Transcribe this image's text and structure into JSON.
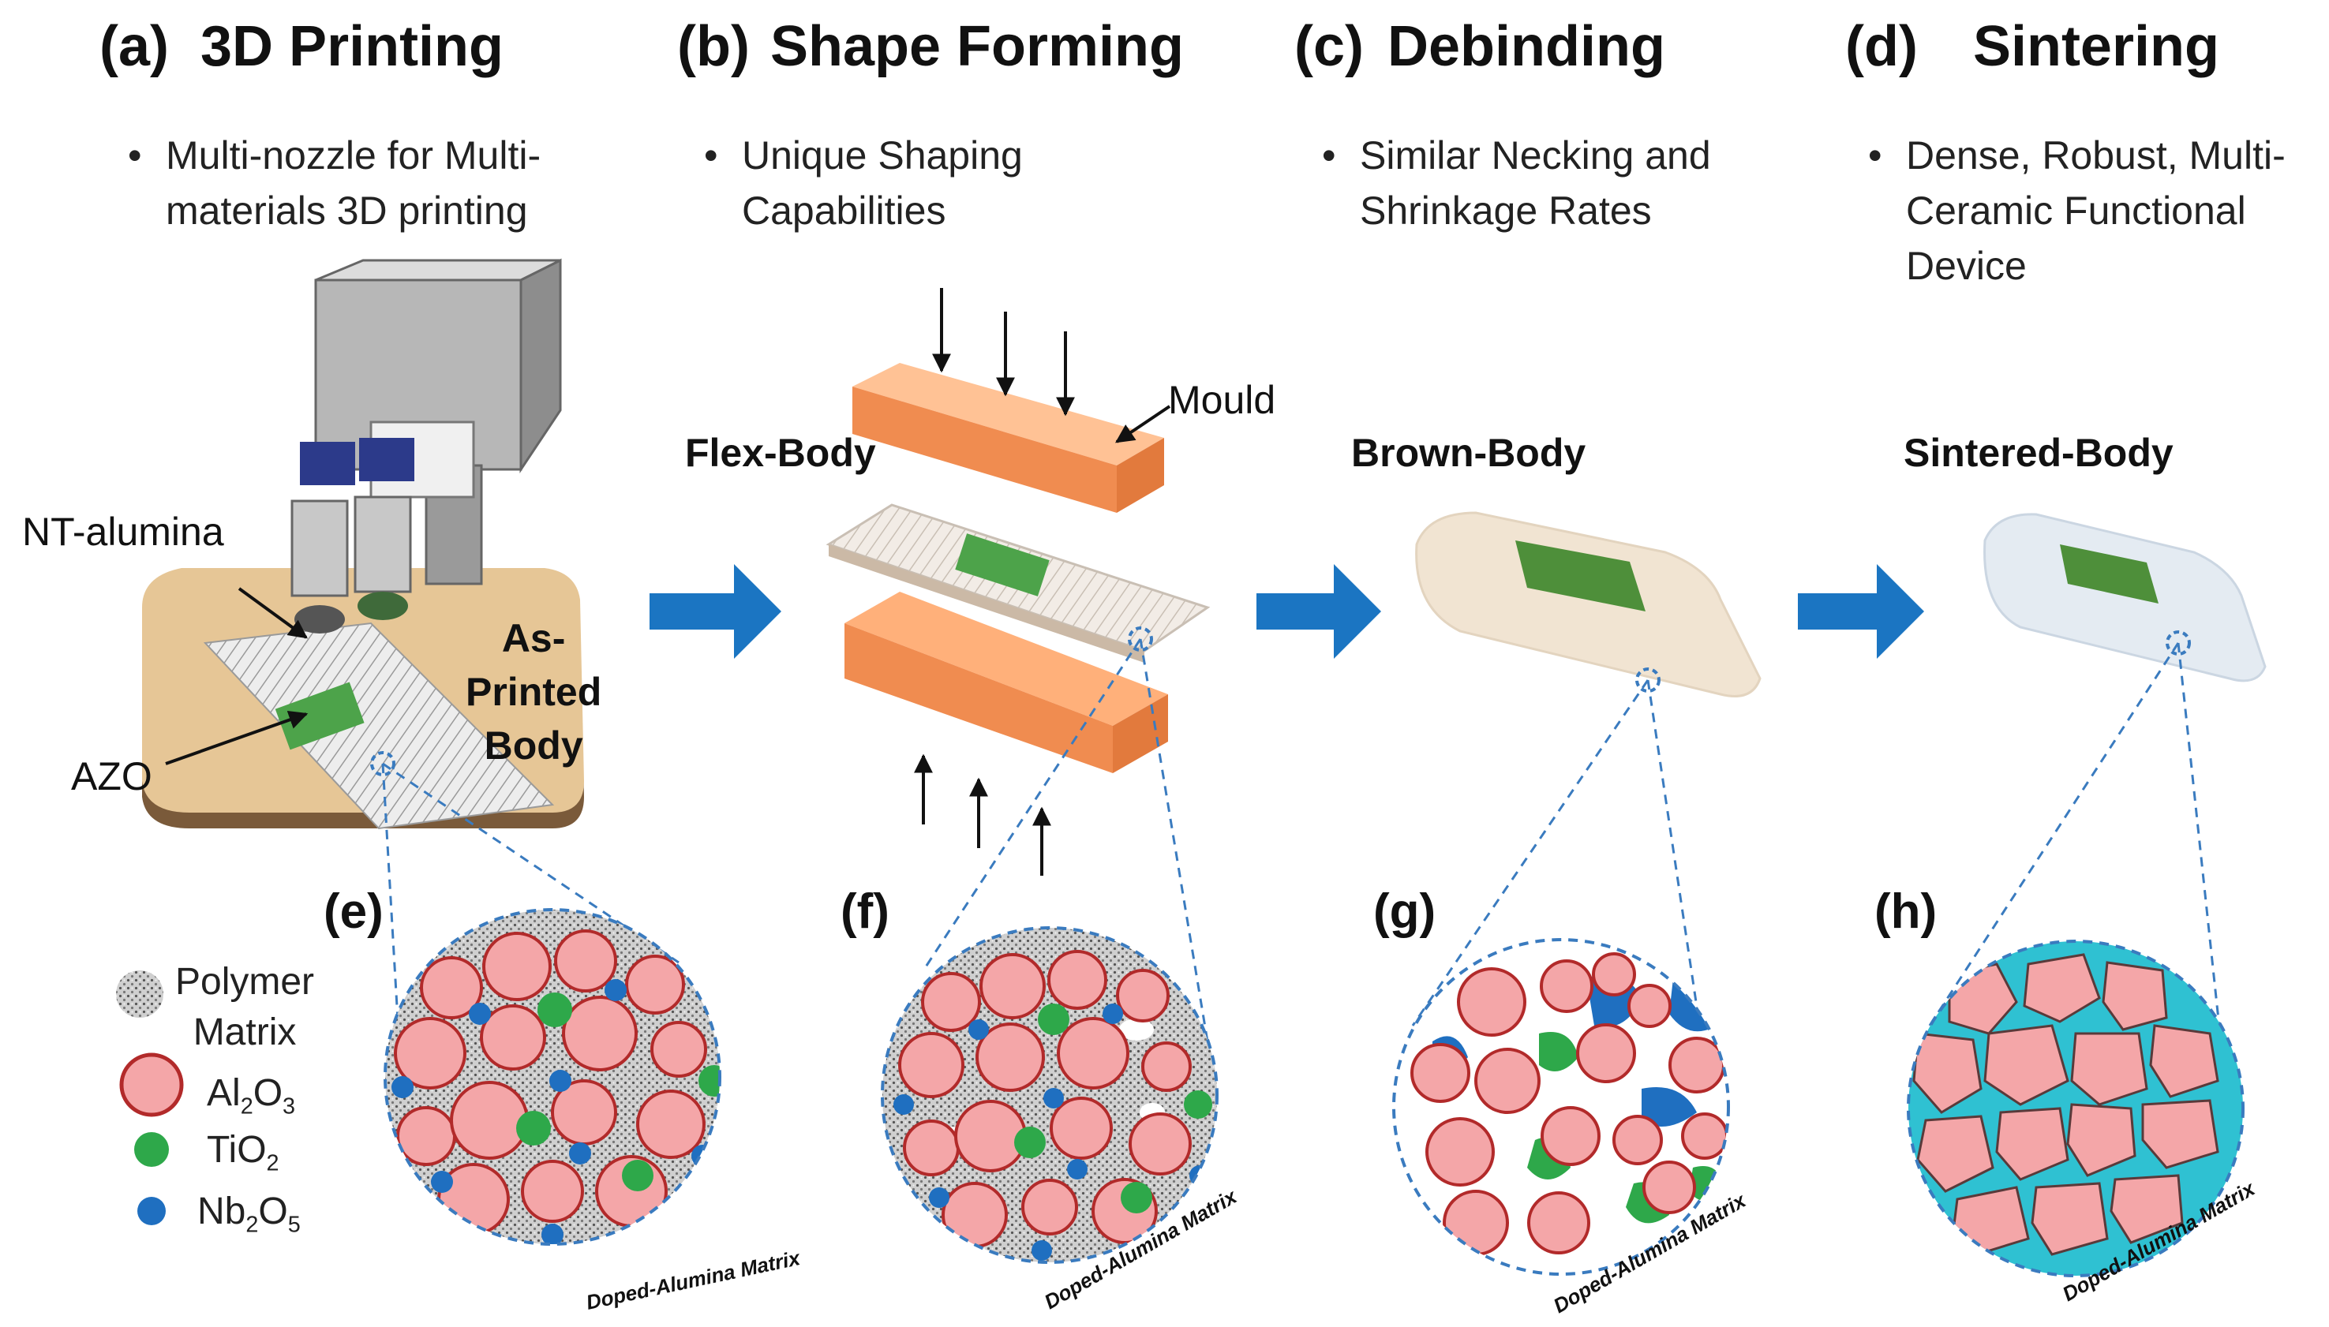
{
  "steps": [
    {
      "panel": "(a)",
      "title": "3D Printing",
      "bullet": [
        "Multi-nozzle for Multi-",
        "materials 3D printing"
      ]
    },
    {
      "panel": "(b)",
      "title": "Shape Forming",
      "bullet": [
        "Unique Shaping",
        "Capabilities"
      ]
    },
    {
      "panel": "(c)",
      "title": "Debinding",
      "bullet": [
        "Similar Necking and",
        "Shrinkage Rates"
      ]
    },
    {
      "panel": "(d)",
      "title": "Sintering",
      "bullet": [
        "Dense, Robust, Multi-",
        "Ceramic Functional",
        "Device"
      ]
    }
  ],
  "bodies": {
    "as_printed": [
      "As-",
      "Printed",
      "Body"
    ],
    "flex": "Flex-Body",
    "brown": "Brown-Body",
    "sintered": "Sintered-Body"
  },
  "callouts": {
    "nt_alumina": "NT-alumina",
    "azo": "AZO",
    "mould": "Mould"
  },
  "micro_panels": [
    "(e)",
    "(f)",
    "(g)",
    "(h)"
  ],
  "matrix_label": "Doped-Alumina Matrix",
  "legend": {
    "polymer": [
      "Polymer",
      "Matrix"
    ],
    "al2o3": {
      "base": "Al",
      "s1": "2",
      "mid": "O",
      "s2": "3"
    },
    "tio2": {
      "base": "TiO",
      "s1": "2"
    },
    "nb2o5": {
      "base": "Nb",
      "s1": "2",
      "mid": "O",
      "s2": "5"
    }
  },
  "colors": {
    "arrow_blue": "#1b75c2",
    "mould_orange": "#f5a06a",
    "al2o3_fill": "#f4a6a8",
    "al2o3_edge": "#b22a2a",
    "tio2": "#2ea84a",
    "nb2o5": "#1f6fc0",
    "sinter_blue": "#2fc1d2",
    "dashed": "#3a7bbf"
  }
}
